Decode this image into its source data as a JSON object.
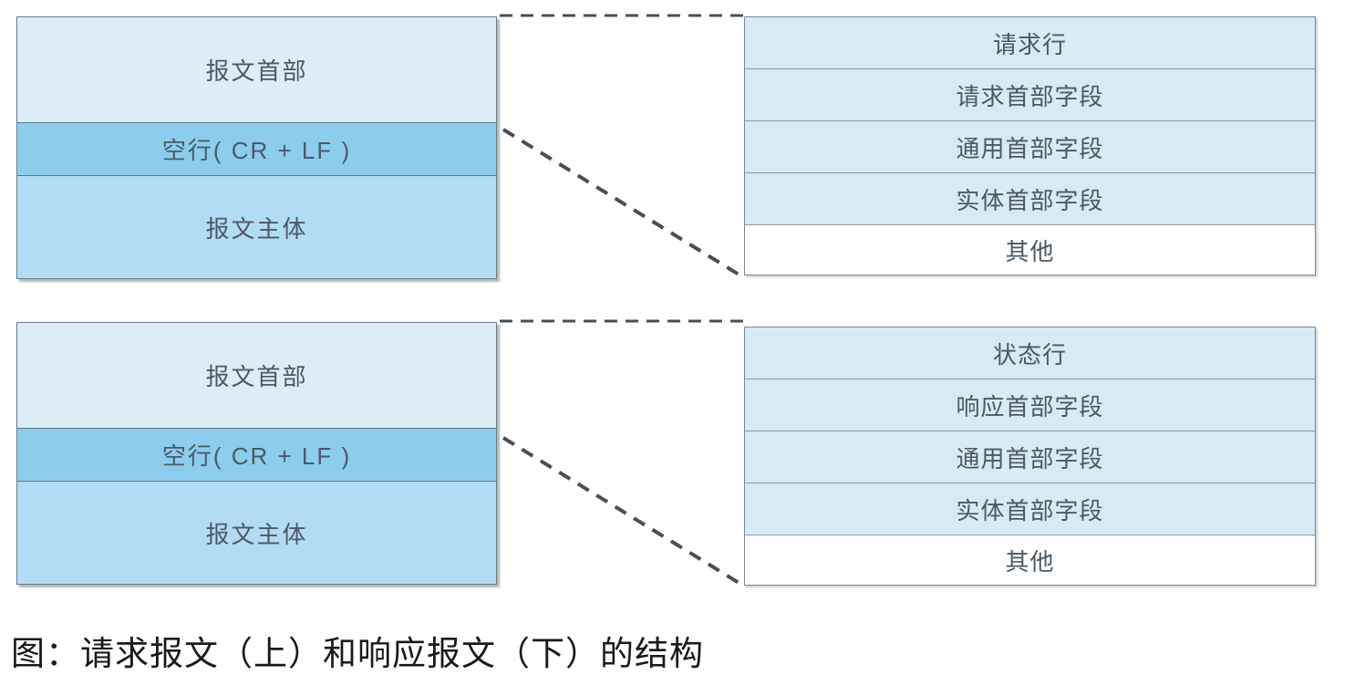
{
  "diagram": {
    "caption": "图：请求报文（上）和响应报文（下）的结构",
    "colors": {
      "header_fill": "#ddedf8",
      "blank_line_fill": "#8ccdee",
      "body_fill": "#b2dcf4",
      "detail_fill": "#d8eaf6",
      "detail_plain_fill": "#ffffff",
      "border": "#6b7c88",
      "text": "#4b5966",
      "connector": "#4a4f55"
    },
    "blocks": [
      {
        "name": "request-message",
        "message_box": {
          "rows": [
            {
              "label": "报文首部",
              "kind": "header"
            },
            {
              "label": "空行( CR + LF )",
              "kind": "blank-line"
            },
            {
              "label": "报文主体",
              "kind": "body"
            }
          ]
        },
        "detail_table": {
          "rows": [
            {
              "label": "请求行",
              "kind": "filled"
            },
            {
              "label": "请求首部字段",
              "kind": "filled"
            },
            {
              "label": "通用首部字段",
              "kind": "filled"
            },
            {
              "label": "实体首部字段",
              "kind": "filled"
            },
            {
              "label": "其他",
              "kind": "plain"
            }
          ]
        }
      },
      {
        "name": "response-message",
        "message_box": {
          "rows": [
            {
              "label": "报文首部",
              "kind": "header"
            },
            {
              "label": "空行( CR + LF )",
              "kind": "blank-line"
            },
            {
              "label": "报文主体",
              "kind": "body"
            }
          ]
        },
        "detail_table": {
          "rows": [
            {
              "label": "状态行",
              "kind": "filled"
            },
            {
              "label": "响应首部字段",
              "kind": "filled"
            },
            {
              "label": "通用首部字段",
              "kind": "filled"
            },
            {
              "label": "实体首部字段",
              "kind": "filled"
            },
            {
              "label": "其他",
              "kind": "plain"
            }
          ]
        }
      }
    ]
  }
}
